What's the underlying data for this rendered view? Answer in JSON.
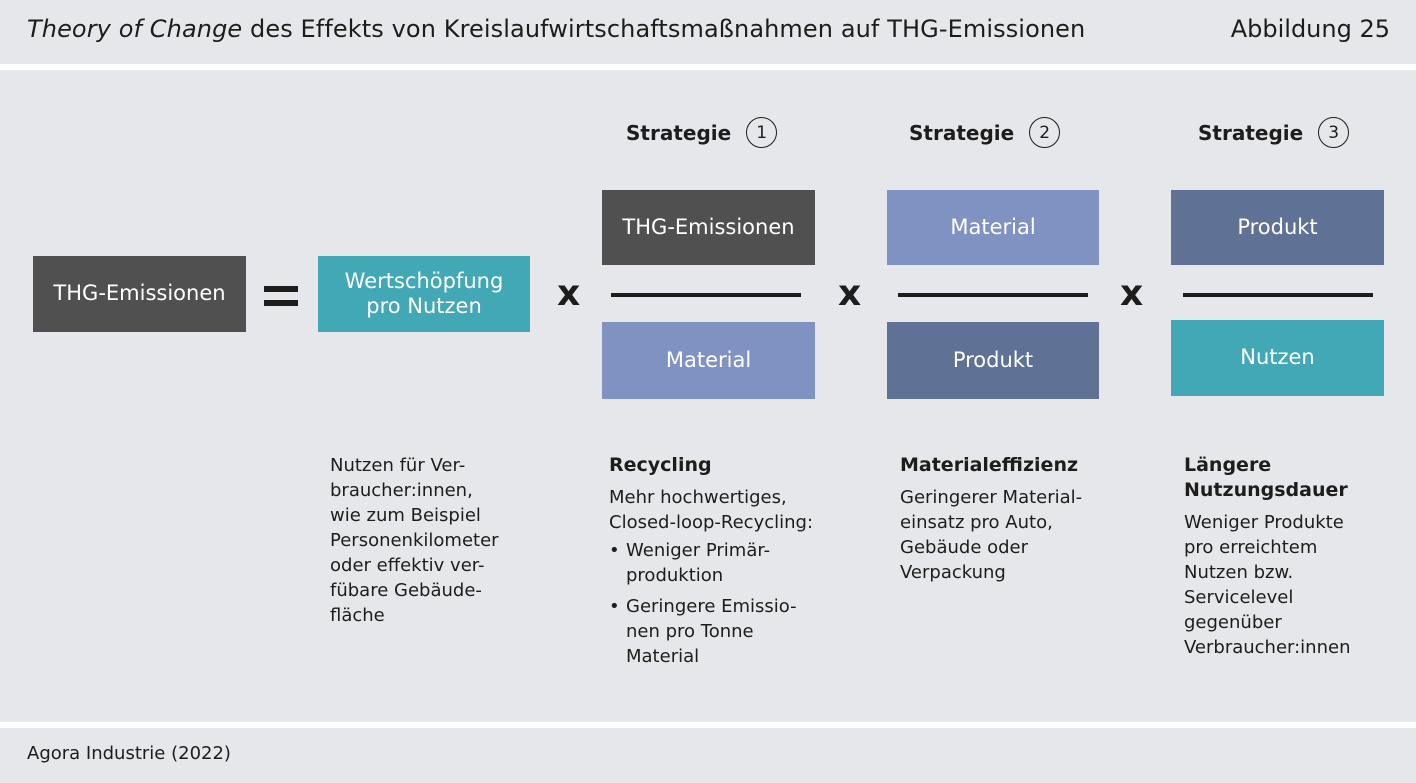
{
  "header": {
    "title_italic": "Theory of Change",
    "title_rest": " des Effekts von Kreislaufwirtschaftsmaßnahmen auf THG-Emissionen",
    "figure_label": "Abbildung 25"
  },
  "equation": {
    "lhs": "THG-Emissionen",
    "equals": "=",
    "value_added": "Wertschöpfung pro Nutzen",
    "multiply": "x"
  },
  "strategies": [
    {
      "label": "Strategie",
      "number": "1",
      "numerator": "THG-Emissionen",
      "denominator": "Material",
      "title": "Recycling",
      "text_lines": [
        "Mehr hochwertiges,",
        "Closed-loop-Recycling:"
      ],
      "bullets": [
        [
          "Weniger Primär-",
          "produktion"
        ],
        [
          "Geringere Emissio-",
          "nen pro Tonne",
          "Material"
        ]
      ]
    },
    {
      "label": "Strategie",
      "number": "2",
      "numerator": "Material",
      "denominator": "Produkt",
      "title": "Materialeffizienz",
      "text_lines": [
        "Geringerer Material-",
        "einsatz pro Auto,",
        "Gebäude oder",
        "Verpackung"
      ]
    },
    {
      "label": "Strategie",
      "number": "3",
      "numerator": "Produkt",
      "denominator": "Nutzen",
      "title_lines": [
        "Längere",
        "Nutzungsdauer"
      ],
      "text_lines": [
        "Weniger Produkte",
        "pro erreichtem",
        "Nutzen bzw.",
        "Servicelevel",
        "gegenüber",
        "Verbraucher:innen"
      ]
    }
  ],
  "benefit_note_lines": [
    "Nutzen für Ver-",
    "braucher:innen,",
    "wie zum Beispiel",
    "Personenkilometer",
    "oder effektiv ver-",
    "fübare Gebäude-",
    "fläche"
  ],
  "footer": {
    "source": "Agora Industrie (2022)"
  },
  "colors": {
    "dark": "#505050",
    "teal": "#43a8b5",
    "lavender": "#8092c2",
    "slate": "#607196",
    "background": "#e6e7ea"
  }
}
